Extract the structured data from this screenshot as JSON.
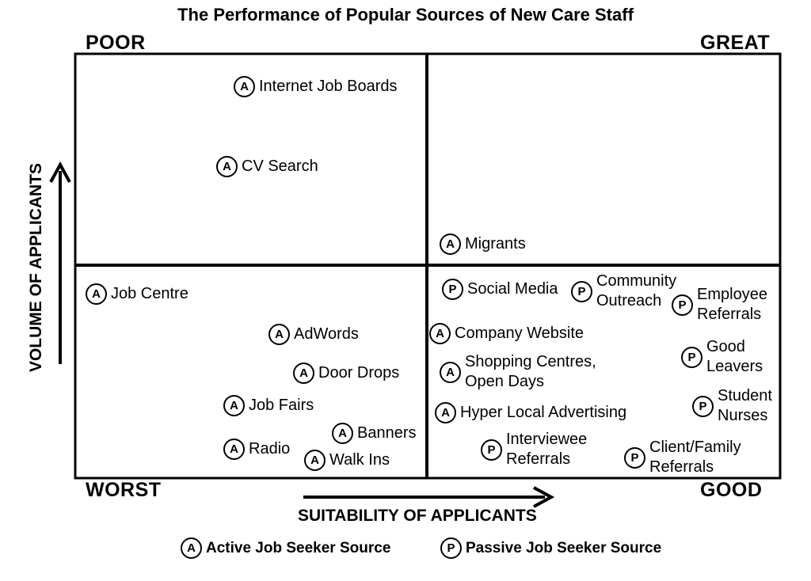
{
  "title": "The Performance of Popular Sources of New Care Staff",
  "corners": {
    "top_left": "POOR",
    "top_right": "GREAT",
    "bottom_left": "WORST",
    "bottom_right": "GOOD"
  },
  "axes": {
    "x_label": "SUITABILITY OF APPLICANTS",
    "y_label": "VOLUME OF APPLICANTS"
  },
  "legend": {
    "active": {
      "badge": "A",
      "label": "Active Job Seeker Source"
    },
    "passive": {
      "badge": "P",
      "label": "Passive Job Seeker Source"
    }
  },
  "items": [
    {
      "badge": "A",
      "label": "Internet Job Boards"
    },
    {
      "badge": "A",
      "label": "CV Search"
    },
    {
      "badge": "A",
      "label": "Migrants"
    },
    {
      "badge": "A",
      "label": "Job Centre"
    },
    {
      "badge": "A",
      "label": "AdWords"
    },
    {
      "badge": "A",
      "label": "Door Drops"
    },
    {
      "badge": "A",
      "label": "Job Fairs"
    },
    {
      "badge": "A",
      "label": "Radio"
    },
    {
      "badge": "A",
      "label": "Banners"
    },
    {
      "badge": "A",
      "label": "Walk Ins"
    },
    {
      "badge": "P",
      "label": "Social Media"
    },
    {
      "badge": "P",
      "label": "Community\nOutreach"
    },
    {
      "badge": "P",
      "label": "Employee\nReferrals"
    },
    {
      "badge": "A",
      "label": "Company Website"
    },
    {
      "badge": "A",
      "label": "Shopping Centres,\nOpen Days"
    },
    {
      "badge": "P",
      "label": "Good\nLeavers"
    },
    {
      "badge": "A",
      "label": "Hyper Local Advertising"
    },
    {
      "badge": "P",
      "label": "Student\nNurses"
    },
    {
      "badge": "P",
      "label": "Interviewee\nReferrals"
    },
    {
      "badge": "P",
      "label": "Client/Family\nReferrals"
    }
  ]
}
